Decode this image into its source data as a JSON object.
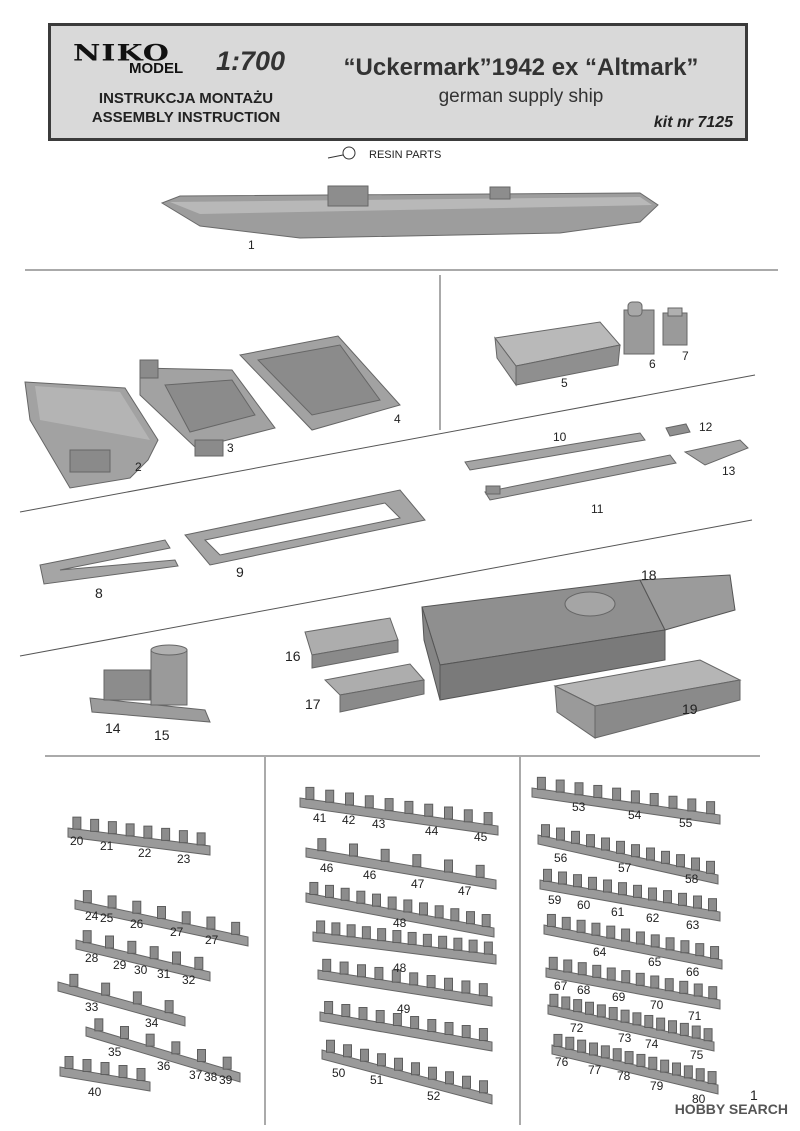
{
  "header": {
    "logo": "NIKO",
    "logo_sub": "MODEL",
    "scale": "1:700",
    "instruction_pl": "INSTRUKCJA MONTAŻU",
    "instruction_en": "ASSEMBLY INSTRUCTION",
    "title": "“Uckermark”1942 ex “Altmark”",
    "subtitle": "german supply ship",
    "kit": "kit nr 7125"
  },
  "resin_label": "RESIN PARTS",
  "parts": {
    "p1": "1",
    "p2": "2",
    "p3": "3",
    "p4": "4",
    "p5": "5",
    "p6": "6",
    "p7": "7",
    "p8": "8",
    "p9": "9",
    "p10": "10",
    "p11": "11",
    "p12": "12",
    "p13": "13",
    "p14": "14",
    "p15": "15",
    "p16": "16",
    "p17": "17",
    "p18": "18",
    "p19": "19",
    "p20": "20",
    "p21": "21",
    "p22": "22",
    "p23": "23",
    "p24": "24",
    "p25": "25",
    "p26": "26",
    "p27a": "27",
    "p27b": "27",
    "p28": "28",
    "p29": "29",
    "p30": "30",
    "p31": "31",
    "p32": "32",
    "p33": "33",
    "p34": "34",
    "p35": "35",
    "p36": "36",
    "p37": "37",
    "p38": "38",
    "p39": "39",
    "p40": "40",
    "p41": "41",
    "p42": "42",
    "p43": "43",
    "p44": "44",
    "p45": "45",
    "p46a": "46",
    "p46b": "46",
    "p47a": "47",
    "p47b": "47",
    "p48a": "48",
    "p48b": "48",
    "p49": "49",
    "p50": "50",
    "p51": "51",
    "p52": "52",
    "p53": "53",
    "p54": "54",
    "p55": "55",
    "p56": "56",
    "p57": "57",
    "p58": "58",
    "p59": "59",
    "p60": "60",
    "p61": "61",
    "p62": "62",
    "p63": "63",
    "p64": "64",
    "p65": "65",
    "p66": "66",
    "p67": "67",
    "p68": "68",
    "p69": "69",
    "p70": "70",
    "p71": "71",
    "p72": "72",
    "p73": "73",
    "p74": "74",
    "p75": "75",
    "p76": "76",
    "p77": "77",
    "p78": "78",
    "p79": "79",
    "p80": "80"
  },
  "page_number": "1",
  "watermark": "HOBBY SEARCH",
  "colors": {
    "part_fill": "#9a9a9a",
    "part_dark": "#6f6f6f",
    "part_light": "#b9b9b9",
    "header_bg": "#d9d9d9"
  }
}
